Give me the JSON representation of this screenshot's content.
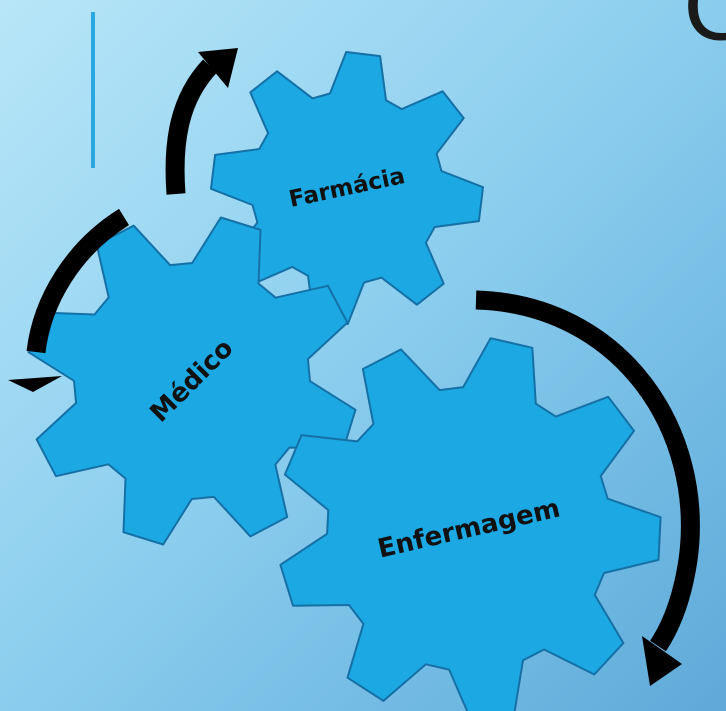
{
  "title_fragment": "C",
  "colors": {
    "background_light": "#b8e6f8",
    "background_dark": "#5fa9d9",
    "gear_fill": "#1ba8e3",
    "gear_outline": "#1570a6",
    "arrows": "#000000",
    "accent_bar": "#2aa7e0"
  },
  "gears": [
    {
      "id": "farmacia",
      "label": "Farmácia"
    },
    {
      "id": "medico",
      "label": "Médico"
    },
    {
      "id": "enfermagem",
      "label": "Enfermagem"
    }
  ],
  "arrows": [
    {
      "id": "farmacia-cycle-arrow",
      "direction": "up"
    },
    {
      "id": "medico-cycle-arrow",
      "direction": "down-left"
    },
    {
      "id": "enfermagem-cycle-arrow",
      "direction": "down"
    }
  ]
}
